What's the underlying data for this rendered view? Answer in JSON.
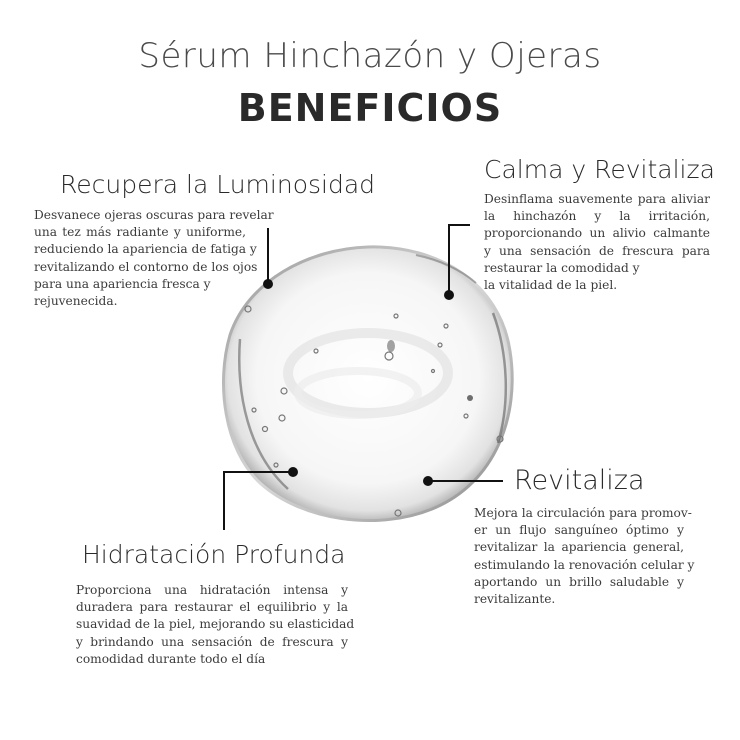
{
  "header": {
    "title": "Sérum Hinchazón y Ojeras",
    "subtitle": "BENEFICIOS"
  },
  "image": {
    "icon": "serum-gel-drop-icon",
    "description": "Clear gel serum droplet with air bubbles"
  },
  "benefits": [
    {
      "id": "luminosidad",
      "title": "Recupera la Luminosidad",
      "lines": [
        "Desvanece ojeras oscuras para revelar",
        "una tez más radiante y uniforme,",
        "reduciendo la apariencia de fatiga y",
        "revitalizando el contorno de los ojos",
        "para una apariencia fresca y",
        "rejuvenecida."
      ]
    },
    {
      "id": "calma",
      "title": "Calma y Revitaliza",
      "lines": [
        "Desinflama suavemente para aliviar",
        "la hinchazón y la irritación,",
        "proporcionando un alivio calmante",
        "y una sensación de frescura para",
        "restaurar la comodidad y",
        "la vitalidad de la piel."
      ]
    },
    {
      "id": "revitaliza",
      "title": "Revitaliza",
      "lines": [
        "Mejora la circulación para promov-",
        "er un flujo sanguíneo óptimo y",
        "revitalizar la apariencia general,",
        "estimulando la renovación celular y",
        "aportando un brillo saludable y",
        "revitalizante."
      ]
    },
    {
      "id": "hidratacion",
      "title": "Hidratación Profunda",
      "lines": [
        "Proporciona una hidratación intensa y",
        "duradera para restaurar el equilibrio y la",
        "suavidad de la piel, mejorando su elasticidad",
        "y brindando una sensación de frescura y",
        "comodidad durante todo el día"
      ]
    }
  ],
  "colors": {
    "text": "#2b2b2b",
    "connector": "#111111",
    "background": "#ffffff"
  }
}
